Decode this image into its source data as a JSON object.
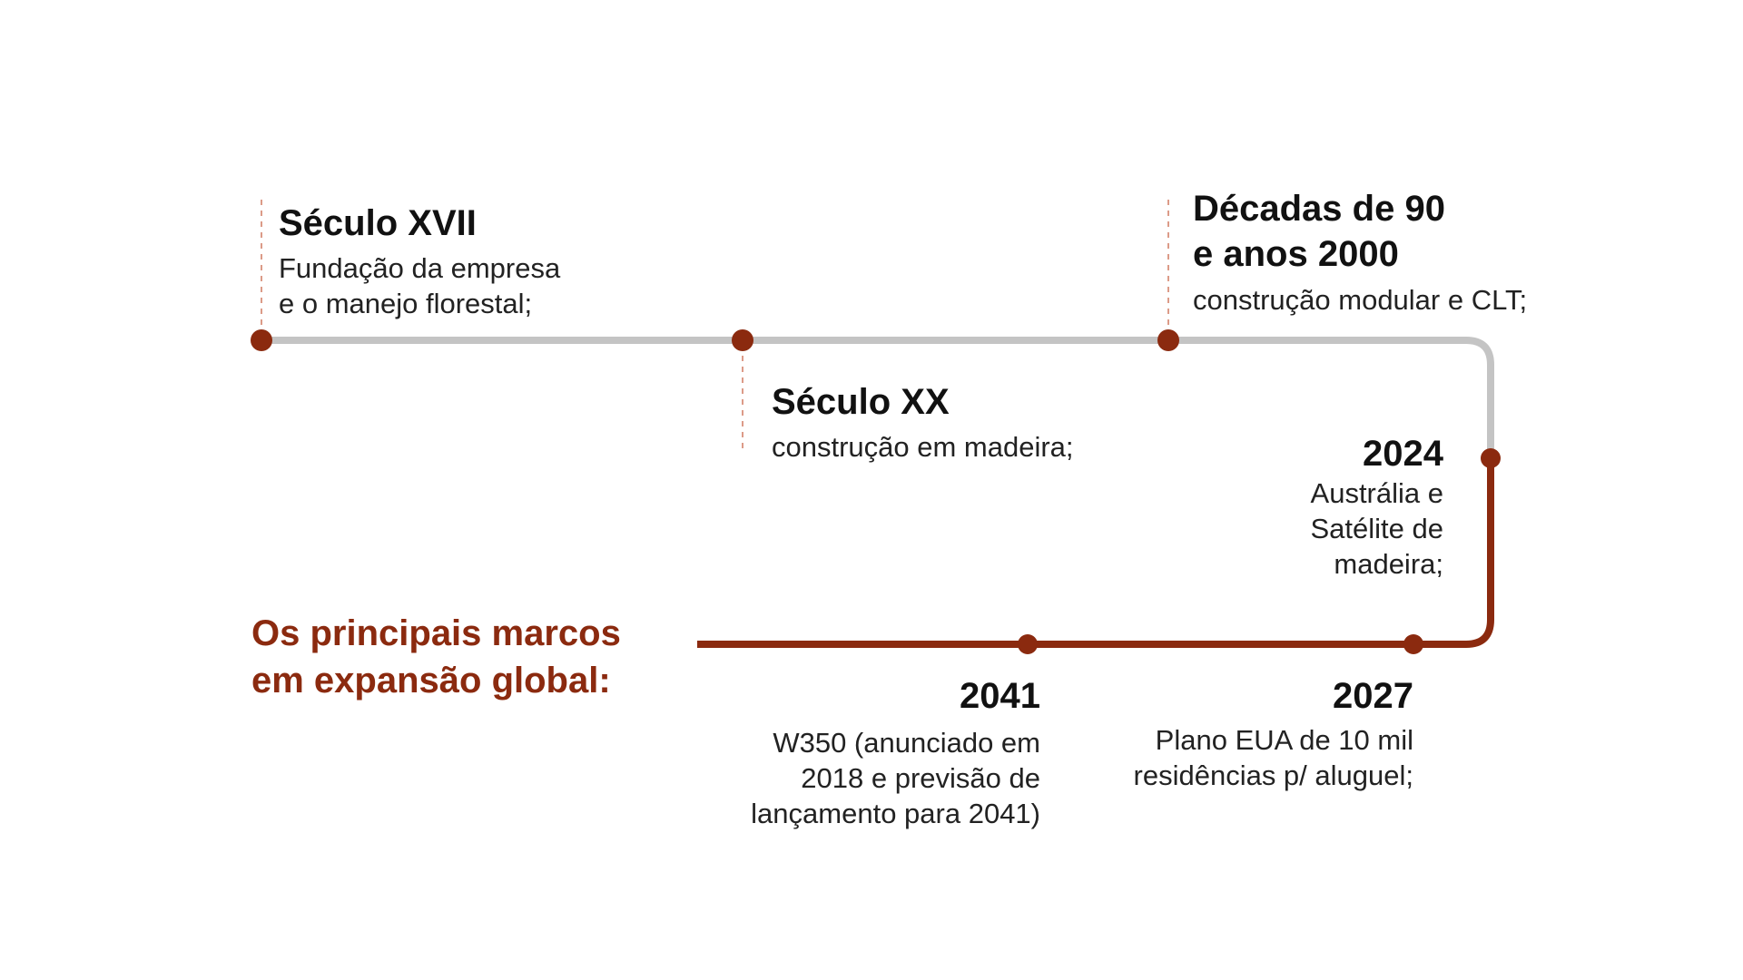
{
  "heading": "Os principais marcos\nem expansão global:",
  "colors": {
    "past_line": "#c4c4c4",
    "future_line": "#8b2a0f",
    "marker": "#8b2a0f",
    "leader": "#d07a60",
    "heading": "#8b2a0f"
  },
  "milestones": {
    "seculo_xvii": {
      "title": "Século XVII",
      "description": "Fundação da empresa\ne o manejo florestal;"
    },
    "seculo_xx": {
      "title": "Século XX",
      "description": "construção em madeira;"
    },
    "decadas_90_2000": {
      "title": "Décadas de 90\ne anos 2000",
      "description": "construção modular e CLT;"
    },
    "y2024": {
      "title": "2024",
      "description": "Austrália e\nSatélite de\nmadeira;"
    },
    "y2027": {
      "title": "2027",
      "description": "Plano EUA de 10 mil\nresidências p/ aluguel;"
    },
    "y2041": {
      "title": "2041",
      "description": "W350 (anunciado em\n2018 e previsão de\nlançamento para 2041)"
    }
  }
}
